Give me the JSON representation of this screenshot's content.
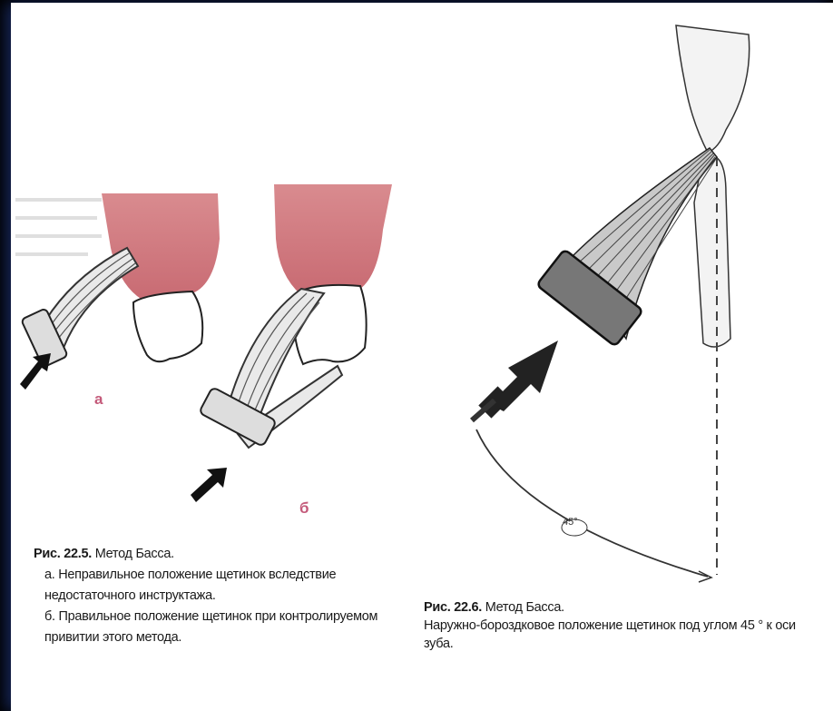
{
  "figure_left": {
    "label_a": "а",
    "label_b": "б"
  },
  "figure_right": {
    "angle_label": "45°"
  },
  "caption_left": {
    "figure_number": "Рис. 22.5.",
    "title": "Метод Басса.",
    "item_a": "а. Неправильное положение щетинок вследствие недостаточного инструктажа.",
    "item_b": "б. Правильное положение щетинок при контролируемом привитии этого метода."
  },
  "caption_right": {
    "figure_number": "Рис. 22.6.",
    "title": "Метод Басса.",
    "description": "Наружно-бороздковое положение щетинок под углом 45 ° к оси зуба."
  }
}
